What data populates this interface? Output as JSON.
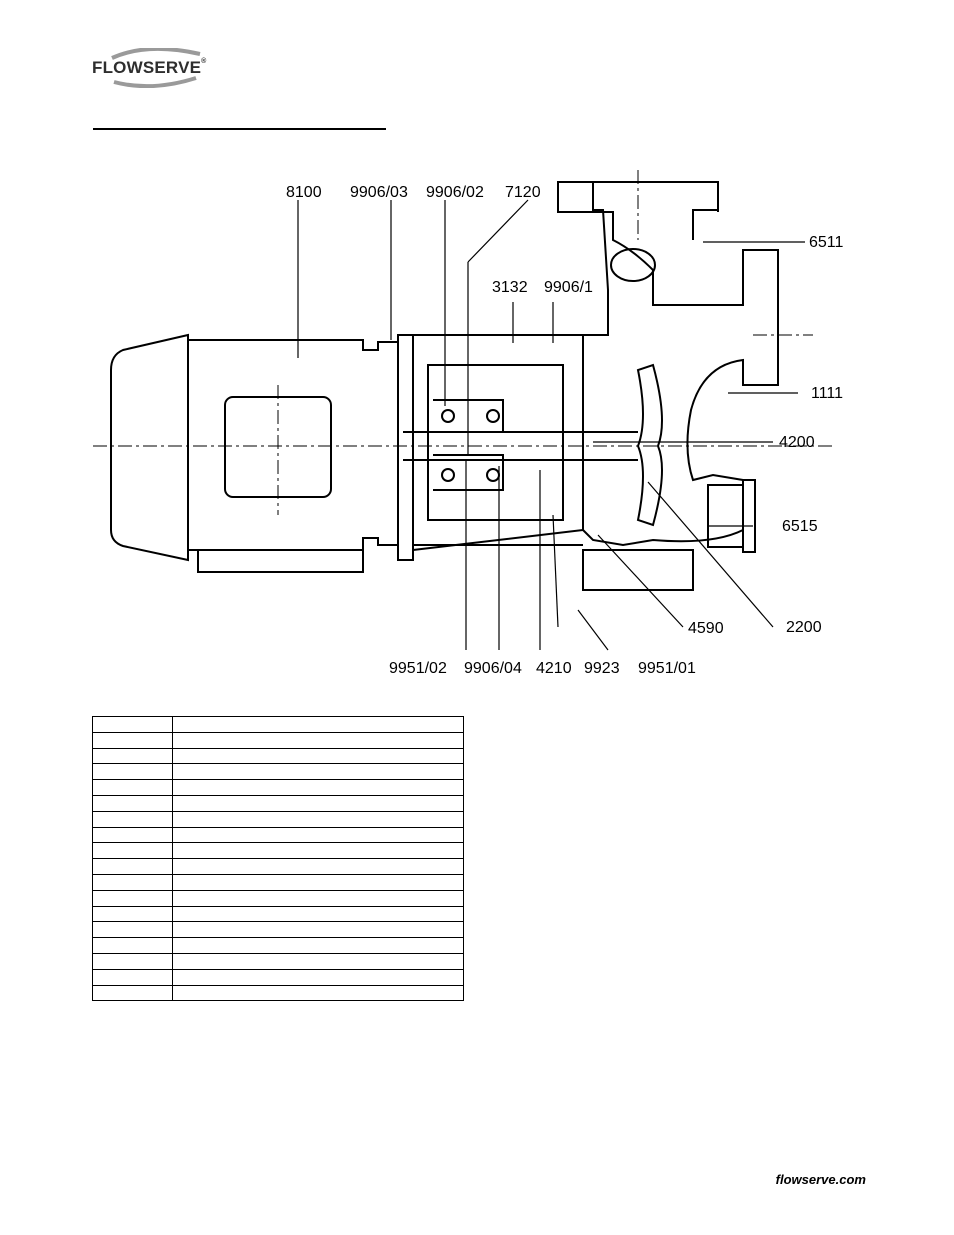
{
  "header": {
    "logo_text": "FLOWSERVE",
    "logo_registered": "®"
  },
  "drawing": {
    "callouts_top": [
      "8100",
      "9906/03",
      "9906/02",
      "7120",
      "3132",
      "9906/1"
    ],
    "callouts_right": [
      "6511",
      "1111",
      "4200",
      "6515",
      "2200",
      "4590"
    ],
    "callouts_bottom": [
      "9951/02",
      "9906/04",
      "4210",
      "9923",
      "9951/01"
    ]
  },
  "parts_table": {
    "rows": [
      {
        "no": "",
        "description": ""
      },
      {
        "no": "",
        "description": ""
      },
      {
        "no": "",
        "description": ""
      },
      {
        "no": "",
        "description": ""
      },
      {
        "no": "",
        "description": ""
      },
      {
        "no": "",
        "description": ""
      },
      {
        "no": "",
        "description": ""
      },
      {
        "no": "",
        "description": ""
      },
      {
        "no": "",
        "description": ""
      },
      {
        "no": "",
        "description": ""
      },
      {
        "no": "",
        "description": ""
      },
      {
        "no": "",
        "description": ""
      },
      {
        "no": "",
        "description": ""
      },
      {
        "no": "",
        "description": ""
      },
      {
        "no": "",
        "description": ""
      },
      {
        "no": "",
        "description": ""
      },
      {
        "no": "",
        "description": ""
      },
      {
        "no": "",
        "description": ""
      }
    ]
  },
  "footer": {
    "website": "flowserve.com"
  }
}
